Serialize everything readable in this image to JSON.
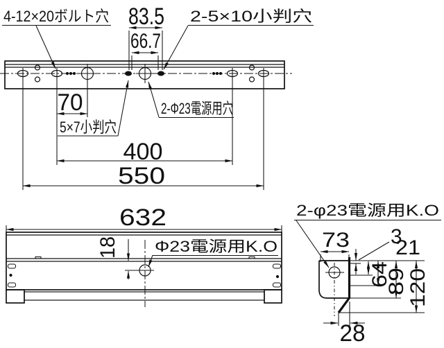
{
  "top_view": {
    "labels": {
      "bolt_hole": "4-12×20ボルト穴",
      "oval_hole": "2-5×10小判穴",
      "small_oval_hole": "5×7小判穴",
      "power_hole": "2-Φ23電源用穴"
    },
    "dims": {
      "d83_5": "83.5",
      "d66_7": "66.7",
      "d70": "70",
      "d400": "400",
      "d550": "550"
    }
  },
  "side_view": {
    "labels": {
      "knockout": "Φ23電源用K.O"
    },
    "dims": {
      "d632": "632",
      "d18": "18"
    }
  },
  "end_view": {
    "labels": {
      "knockout": "2-φ23電源用K.O"
    },
    "dims": {
      "d73": "73",
      "d3": "3",
      "d21": "21",
      "d64": "64",
      "d89": "89",
      "d120": "120",
      "d28": "28"
    }
  }
}
